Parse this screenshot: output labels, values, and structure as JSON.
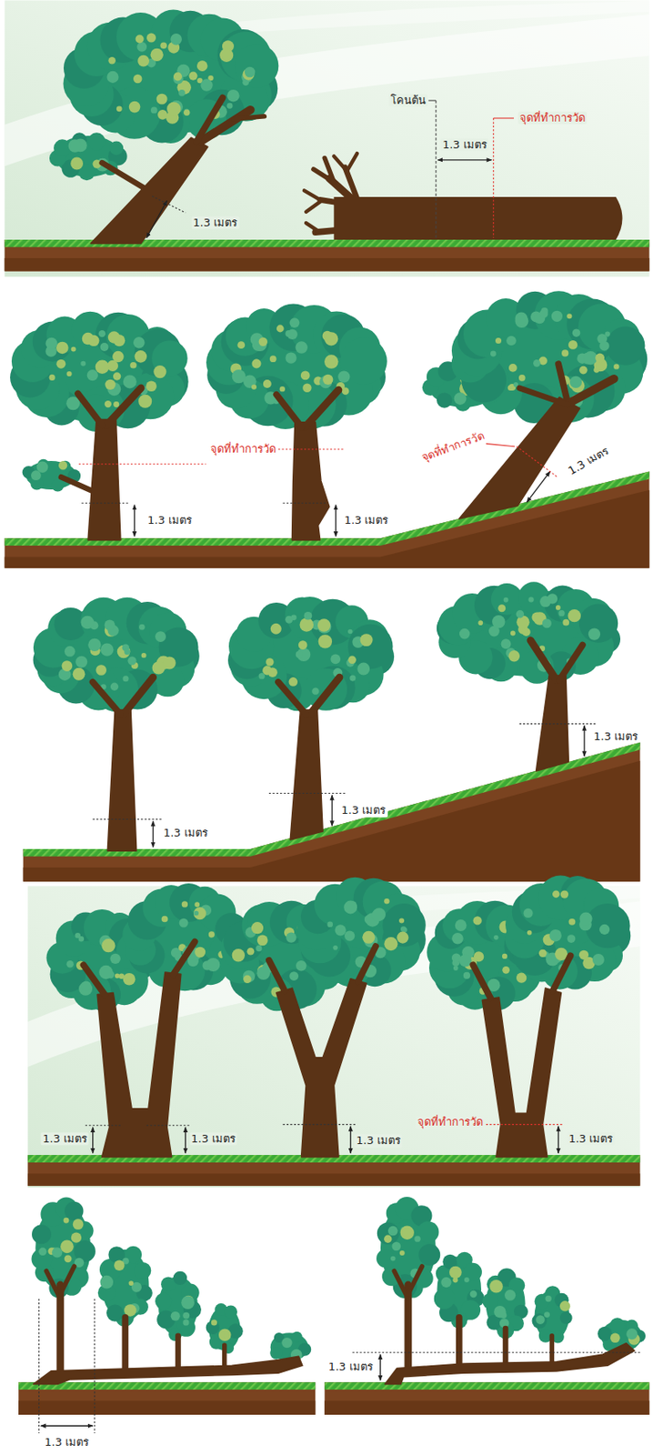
{
  "diagram": {
    "labels": [
      "โคนต้น",
      "จุดที่ทำการวัด",
      "1.3 เมตร",
      "1.3 เมตร",
      "จุดที่ทำการวัด",
      "จุดที่ทำการวัด",
      "1.3 เมตร",
      "1.3 เมตร",
      "1.3 เมตร",
      "1.3 เมตร",
      "1.3 เมตร",
      "1.3 เมตร",
      "1.3 เมตร",
      "1.3 เมตร",
      "1.3 เมตร",
      "จุดที่ทำการวัด",
      "1.3 เมตร",
      "1.3 เมตร",
      "1.3 เมตร"
    ]
  }
}
